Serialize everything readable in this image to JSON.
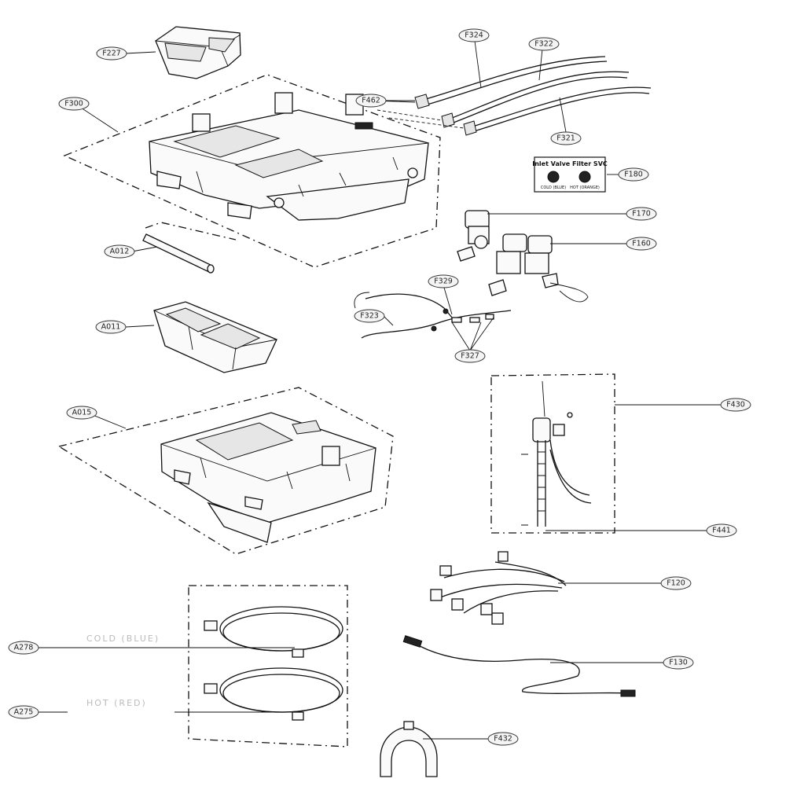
{
  "diagram": {
    "callouts": [
      {
        "id": "F227",
        "text": "F227"
      },
      {
        "id": "F300",
        "text": "F300"
      },
      {
        "id": "F462",
        "text": "F462"
      },
      {
        "id": "F324",
        "text": "F324"
      },
      {
        "id": "F322",
        "text": "F322"
      },
      {
        "id": "F321",
        "text": "F321"
      },
      {
        "id": "F180",
        "text": "F180"
      },
      {
        "id": "F170",
        "text": "F170"
      },
      {
        "id": "F160",
        "text": "F160"
      },
      {
        "id": "A012",
        "text": "A012"
      },
      {
        "id": "F329",
        "text": "F329"
      },
      {
        "id": "F323",
        "text": "F323"
      },
      {
        "id": "F327",
        "text": "F327"
      },
      {
        "id": "A011",
        "text": "A011"
      },
      {
        "id": "A015",
        "text": "A015"
      },
      {
        "id": "F430",
        "text": "F430"
      },
      {
        "id": "F441",
        "text": "F441"
      },
      {
        "id": "F120",
        "text": "F120"
      },
      {
        "id": "A278",
        "text": "A278"
      },
      {
        "id": "F130",
        "text": "F130"
      },
      {
        "id": "A275",
        "text": "A275"
      },
      {
        "id": "F432",
        "text": "F432"
      }
    ],
    "filter_sign": {
      "title": "Inlet Valve Filter SVC",
      "left_caption": "COLD (BLUE)",
      "right_caption": "HOT (ORANGE)"
    },
    "hose_captions": {
      "cold": "COLD (BLUE)",
      "hot": "HOT (RED)"
    }
  }
}
